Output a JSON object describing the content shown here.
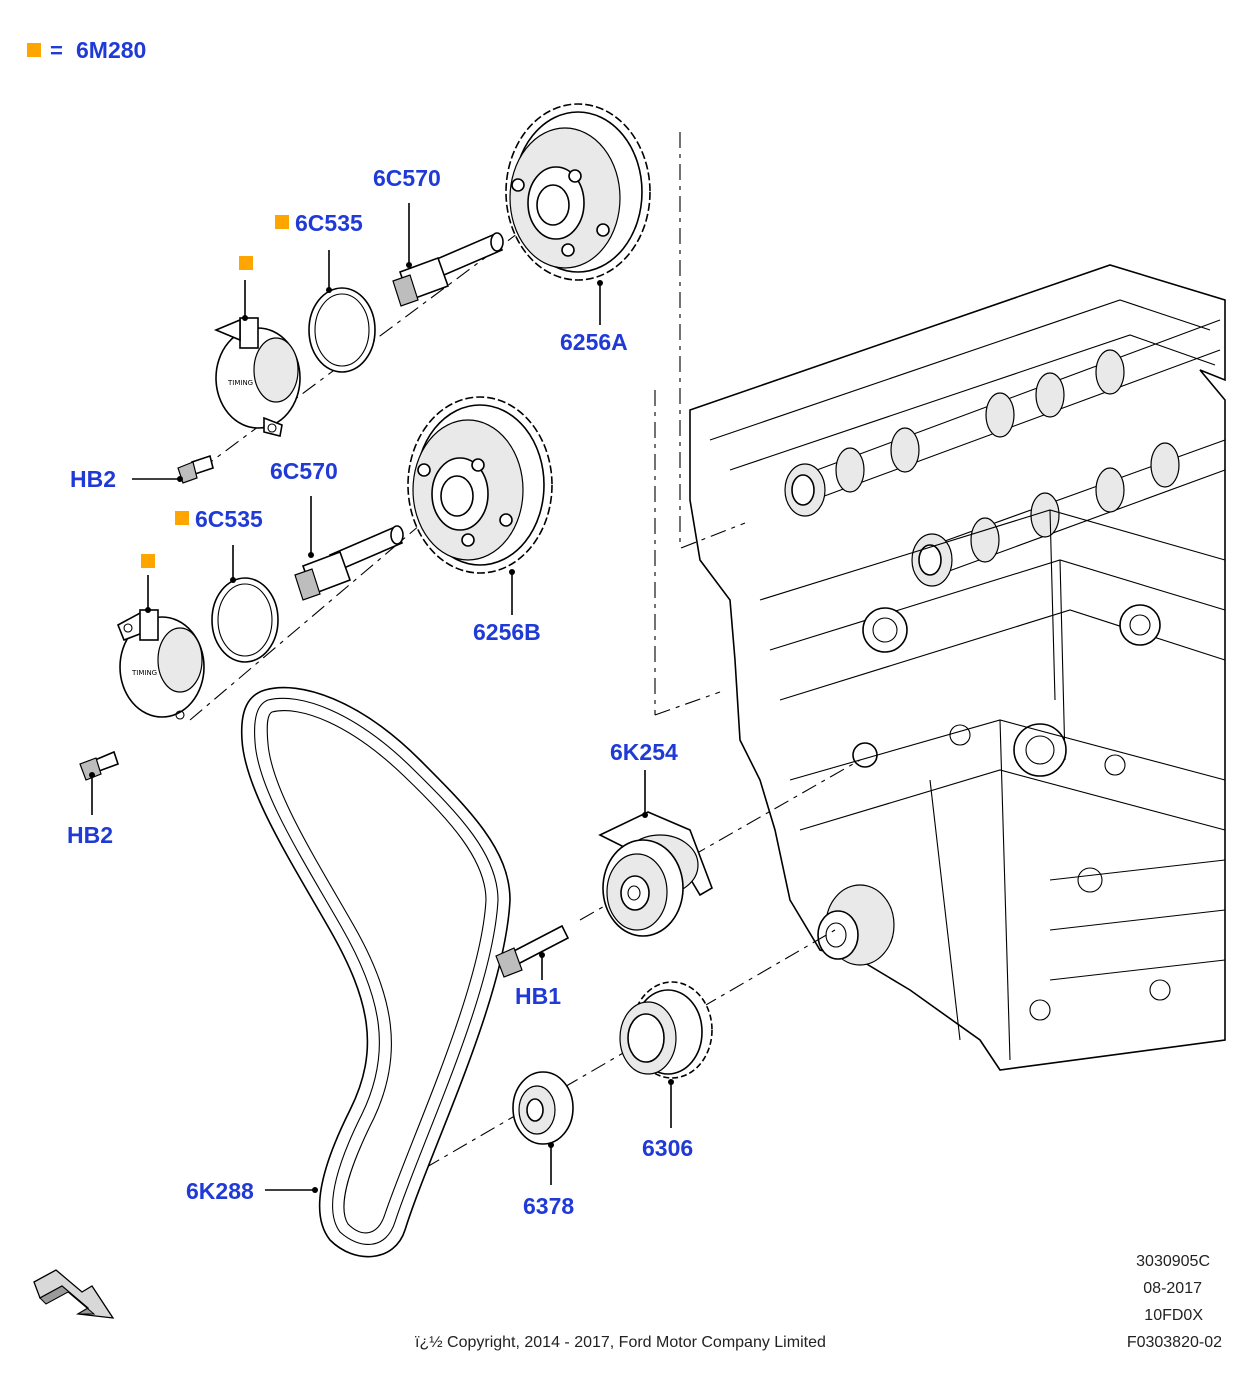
{
  "legend": {
    "symbol_color": "#ffa500",
    "equals": "=",
    "part": "6M280"
  },
  "labels": {
    "cam_bolt_upper": "6C570",
    "seal_upper": "6C535",
    "sprocket_upper": "6256A",
    "bolt_upper": "HB2",
    "cam_bolt_lower": "6C570",
    "seal_lower": "6C535",
    "sprocket_lower": "6256B",
    "bolt_lower": "HB2",
    "tensioner": "6K254",
    "tensioner_bolt": "HB1",
    "crank_sprocket": "6306",
    "washer": "6378",
    "belt": "6K288"
  },
  "colors": {
    "label_blue": "#1f3ad6",
    "marker_orange": "#ffa500"
  },
  "meta": {
    "code": "3030905C",
    "date": "08-2017",
    "model": "10FD0X",
    "figure": "F0303820-02",
    "copyright": "ï¿½ Copyright, 2014 - 2017, Ford Motor Company Limited"
  },
  "icons": {
    "direction": "front-arrow-icon"
  }
}
